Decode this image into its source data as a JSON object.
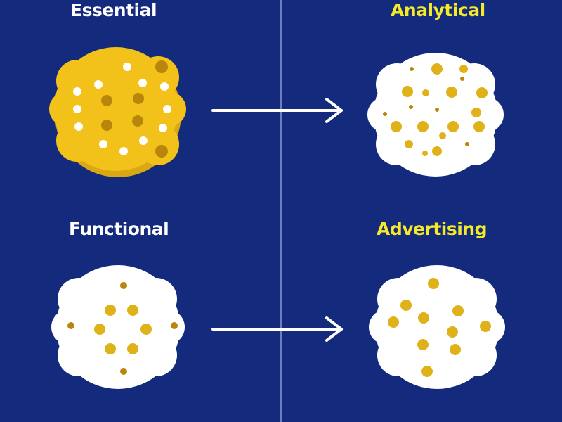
{
  "labels": {
    "essential": "Essential",
    "analytical": "Analytical",
    "functional": "Functional",
    "advertising": "Advertising"
  },
  "colors": {
    "background": "#142a7c",
    "cookie_yellow": "#f2c21a",
    "cookie_white": "#ffffff",
    "chip_gold": "#e0b21a",
    "chip_brown": "#b8860b",
    "label_yellow": "#f5ea2a"
  }
}
